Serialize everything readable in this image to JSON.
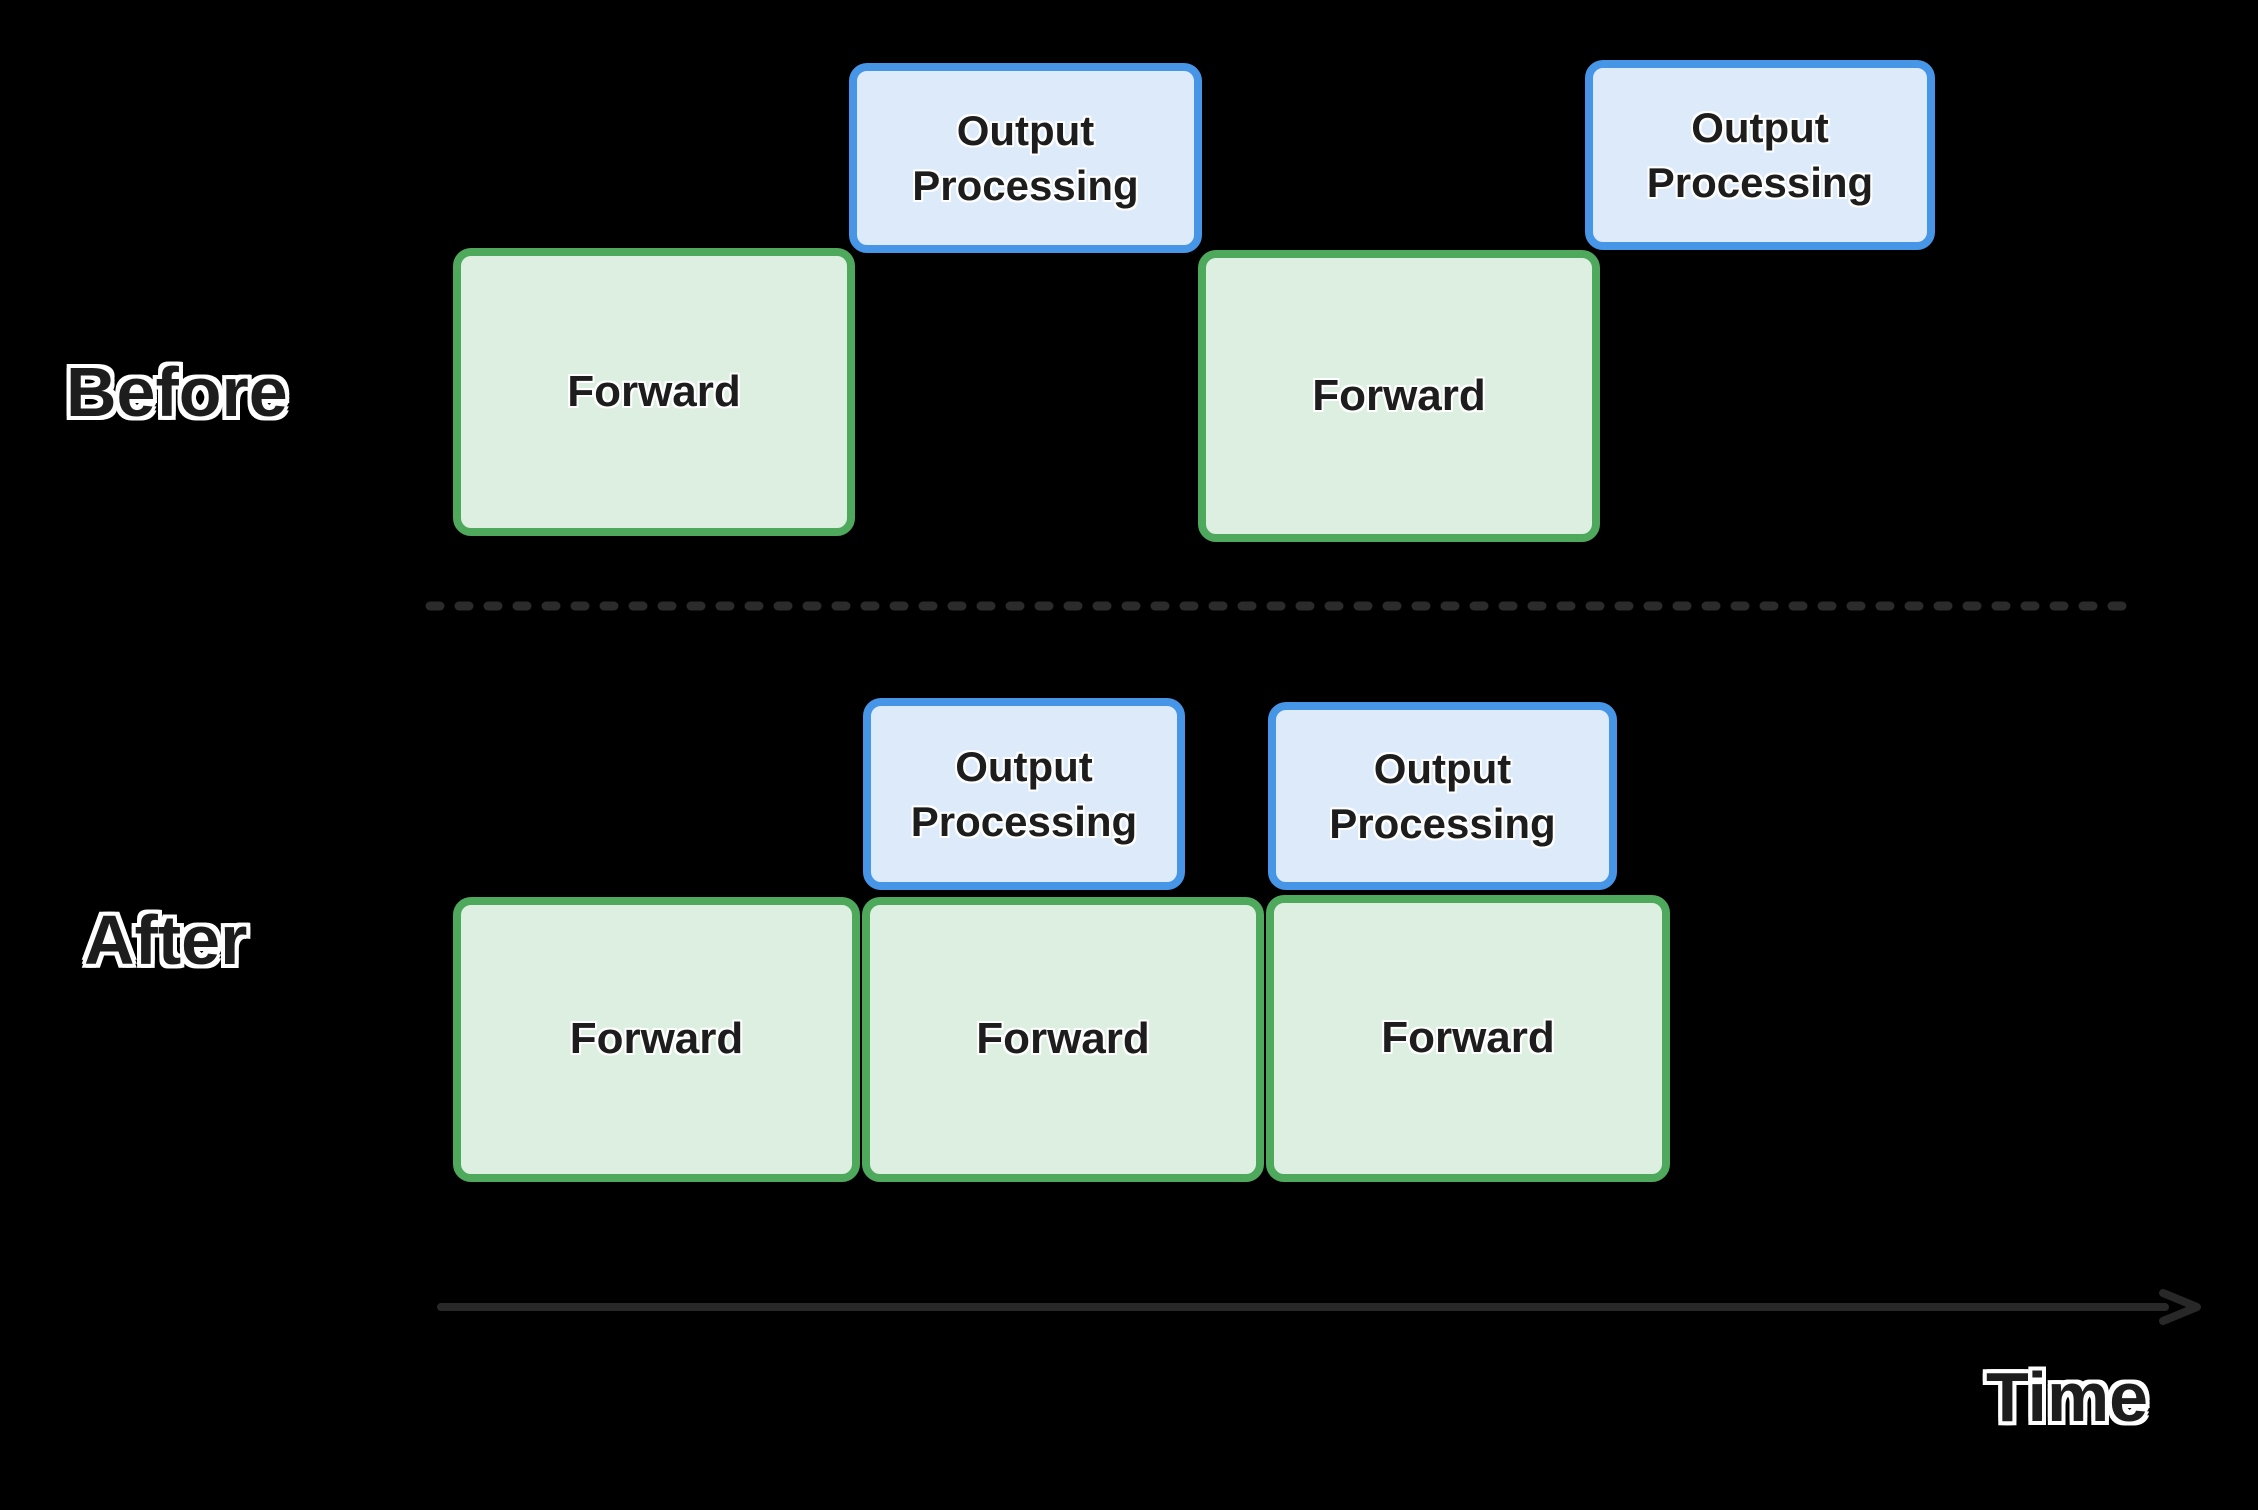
{
  "labels": {
    "before": "Before",
    "after": "After",
    "time": "Time"
  },
  "boxes": {
    "before": [
      {
        "type": "forward",
        "label": "Forward"
      },
      {
        "type": "output_processing",
        "label": "Output Processing"
      },
      {
        "type": "forward",
        "label": "Forward"
      },
      {
        "type": "output_processing",
        "label": "Output Processing"
      }
    ],
    "after": [
      {
        "type": "output_processing",
        "label": "Output Processing"
      },
      {
        "type": "output_processing",
        "label": "Output Processing"
      },
      {
        "type": "forward",
        "label": "Forward"
      },
      {
        "type": "forward",
        "label": "Forward"
      },
      {
        "type": "forward",
        "label": "Forward"
      }
    ]
  },
  "colors": {
    "background": "#000000",
    "forward_fill": "#dcefe0",
    "forward_border": "#4ea95c",
    "output_fill": "#dceaf9",
    "output_border": "#4695e6",
    "text": "#1d1d1d",
    "divider": "#2b2b2b",
    "axis": "#282828",
    "label_outline": "#ffffff"
  }
}
